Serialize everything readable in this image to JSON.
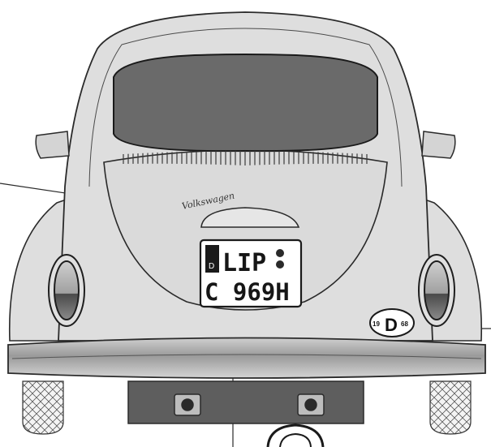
{
  "illustration": {
    "subject": "car-rear-view-line-drawing",
    "colors": {
      "body": "#dedede",
      "outline": "#2a2a2a",
      "window": "#6a6a6a",
      "bumper": "#a8a8a8",
      "taillight_red": "#a4a4a4",
      "taillight_dark": "#3a3a3a"
    }
  },
  "emblem": {
    "text": "Volkswagen"
  },
  "license_plate": {
    "country_code": "D",
    "line1": "LIP",
    "line2": "C 969H"
  },
  "country_oval": {
    "year_left": "19",
    "letter": "D",
    "year_right": "68"
  }
}
